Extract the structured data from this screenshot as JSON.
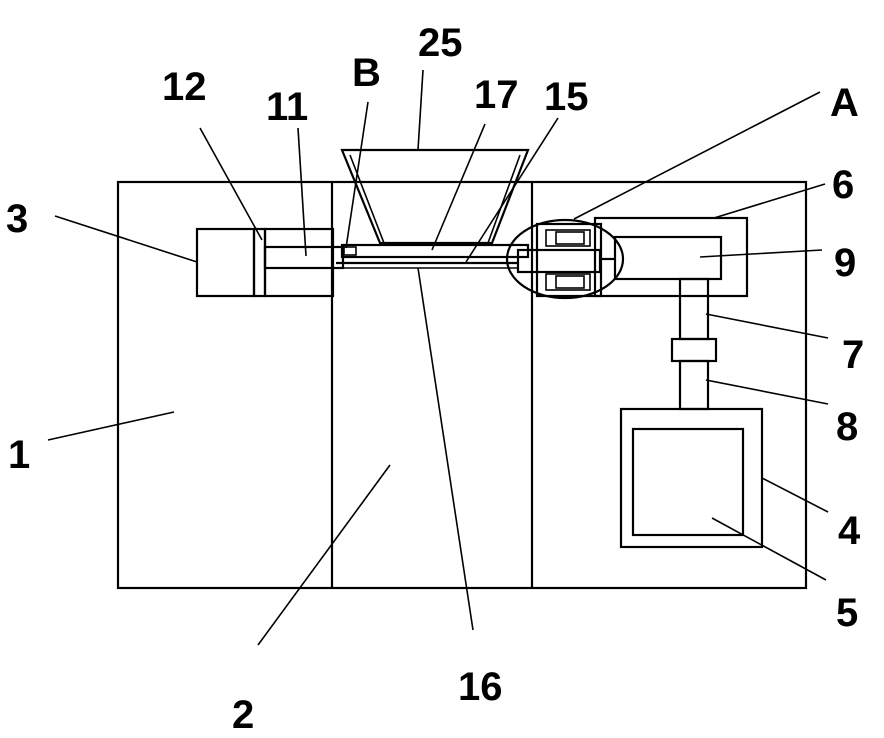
{
  "labels": {
    "l1": "1",
    "l2": "2",
    "l3": "3",
    "l4": "4",
    "l5": "5",
    "l6": "6",
    "l7": "7",
    "l8": "8",
    "l9": "9",
    "l11": "11",
    "l12": "12",
    "l15": "15",
    "l16": "16",
    "l17": "17",
    "l25": "25",
    "lA": "A",
    "lB": "B"
  }
}
